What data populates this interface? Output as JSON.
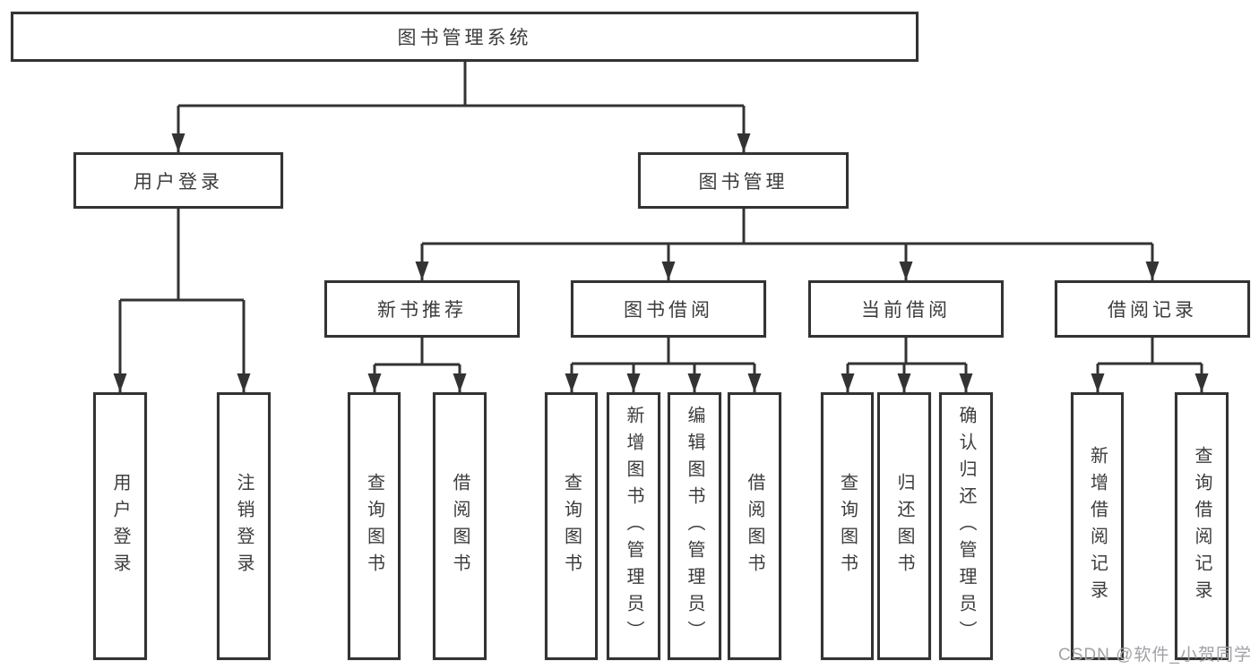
{
  "colors": {
    "line": "#333333",
    "box_border": "#333333",
    "text": "#3c3c3c",
    "background": "#ffffff",
    "watermark": "#a1a1a7"
  },
  "watermark": {
    "text": "CSDN @软件_小贺同学"
  },
  "diagram": {
    "type": "hierarchy-tree",
    "root": {
      "label": "图书管理系统"
    },
    "branches": [
      {
        "label": "用户登录",
        "leaves": [
          {
            "label": "用户登录"
          },
          {
            "label": "注销登录"
          }
        ]
      },
      {
        "label": "图书管理",
        "groups": [
          {
            "label": "新书推荐",
            "leaves": [
              {
                "label": "查询图书"
              },
              {
                "label": "借阅图书"
              }
            ]
          },
          {
            "label": "图书借阅",
            "leaves": [
              {
                "label": "查询图书"
              },
              {
                "label": "新增图书（管理员）"
              },
              {
                "label": "编辑图书（管理员）"
              },
              {
                "label": "借阅图书"
              }
            ]
          },
          {
            "label": "当前借阅",
            "leaves": [
              {
                "label": "查询图书"
              },
              {
                "label": "归还图书"
              },
              {
                "label": "确认归还（管理员）"
              }
            ]
          },
          {
            "label": "借阅记录",
            "leaves": [
              {
                "label": "新增借阅记录"
              },
              {
                "label": "查询借阅记录"
              }
            ]
          }
        ]
      }
    ]
  }
}
